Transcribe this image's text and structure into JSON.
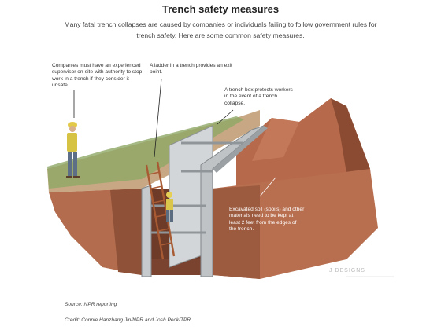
{
  "header": {
    "title": "Trench safety measures",
    "subtitle": "Many fatal trench collapses are caused by companies or individuals failing to follow government rules for trench safety. Here are some common safety measures."
  },
  "annotations": {
    "supervisor": "Companies must have an experienced supervisor on-site with authority to stop work in a trench if they consider it unsafe.",
    "ladder": "A ladder in a trench provides an exit point.",
    "trench_box": "A trench box protects workers in the event of a trench collapse.",
    "spoils": "Excavated soil (spoils) and other materials need to be kept at least 2 feet from the edges of the trench."
  },
  "footer": {
    "source": "Source: NPR reporting",
    "credit": "Credit: Connie Hanzhang Jin/NPR and Josh Peck/TPR"
  },
  "watermark": "J DESIGNS",
  "colors": {
    "soil": "#b46a4e",
    "soil_dark": "#8a4a33",
    "grass": "#7f9a5a",
    "metal": "#c9cdd0",
    "ladder": "#b0643a",
    "vest": "#d9c64a"
  }
}
